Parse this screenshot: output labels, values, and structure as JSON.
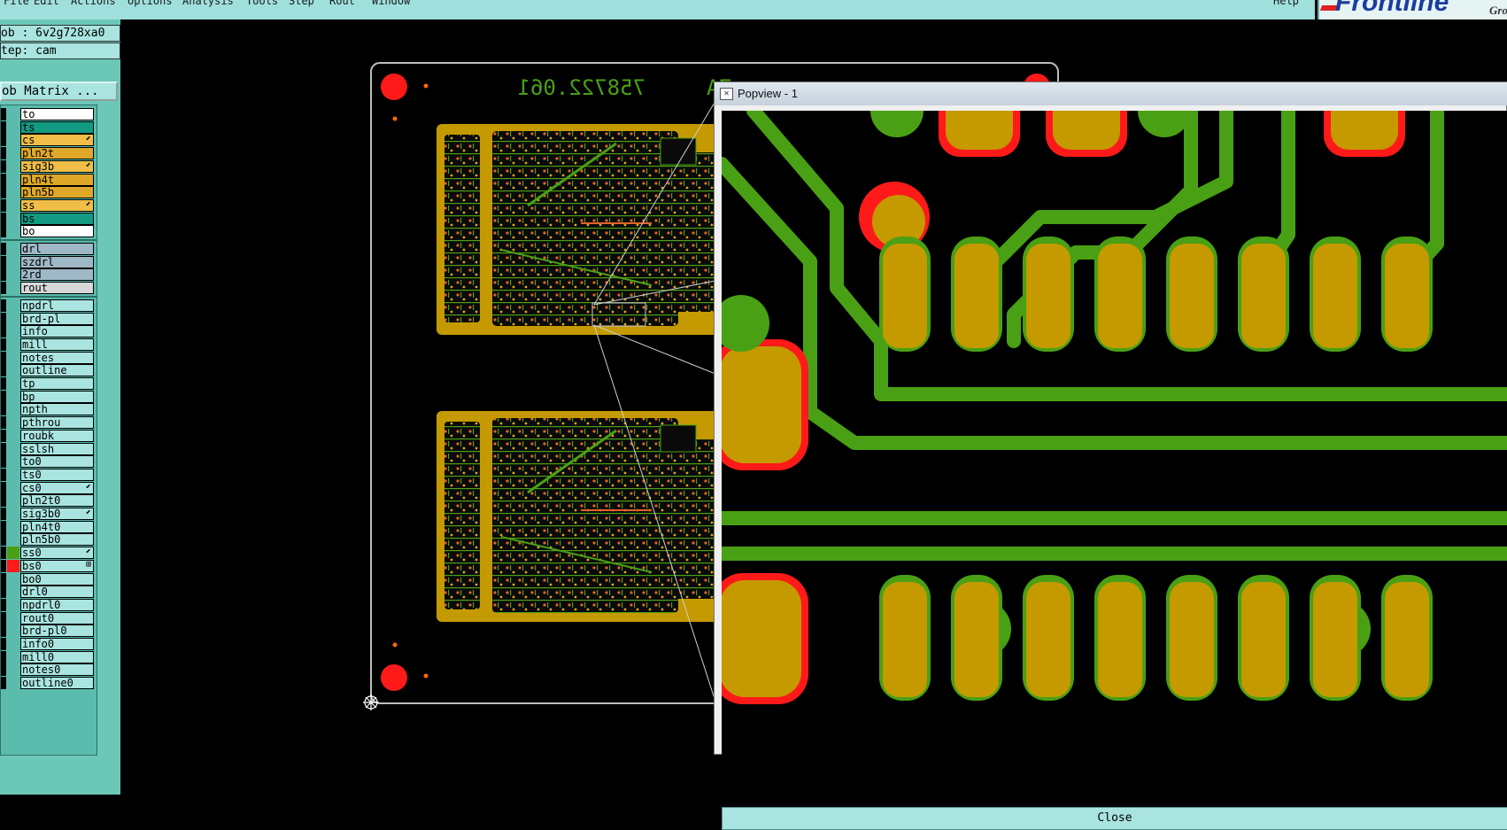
{
  "menubar": {
    "items": [
      "File",
      "Edit",
      "Actions",
      "Options",
      "Analysis",
      "Tools",
      "Step",
      "Rout",
      "Window"
    ],
    "help": "Help"
  },
  "logo": {
    "brand": "Frontline",
    "sub": "Gro"
  },
  "job": {
    "job_line": "ob : 6v2g728xa0",
    "step_line": "tep: cam",
    "matrix_button": "ob Matrix ..."
  },
  "layers": {
    "board": [
      {
        "name": "to",
        "color": "#ffffff"
      },
      {
        "name": "ts",
        "color": "#139a82"
      },
      {
        "name": "cs",
        "color": "#f0be48",
        "mark": "⬋"
      },
      {
        "name": "pln2t",
        "color": "#e0a828"
      },
      {
        "name": "sig3b",
        "color": "#f0be48",
        "mark": "⬋"
      },
      {
        "name": "pln4t",
        "color": "#e0a828"
      },
      {
        "name": "pln5b",
        "color": "#e0a828"
      },
      {
        "name": "ss",
        "color": "#f0be48",
        "mark": "⬋"
      },
      {
        "name": "bs",
        "color": "#139a82"
      },
      {
        "name": "bo",
        "color": "#ffffff"
      }
    ],
    "drill": [
      {
        "name": "drl",
        "color": "#9fb8c6"
      },
      {
        "name": "szdrl",
        "color": "#9fb8c6"
      },
      {
        "name": "2rd",
        "color": "#9fb8c6"
      },
      {
        "name": "rout",
        "color": "#d8d8d8"
      }
    ],
    "misc": [
      {
        "name": "npdrl"
      },
      {
        "name": "brd-pl"
      },
      {
        "name": "info"
      },
      {
        "name": "mill"
      },
      {
        "name": "notes"
      },
      {
        "name": "outline"
      },
      {
        "name": "tp"
      },
      {
        "name": "bp"
      },
      {
        "name": "npth"
      },
      {
        "name": "pthrou"
      },
      {
        "name": "roubk"
      },
      {
        "name": "sslsh"
      },
      {
        "name": "to0"
      },
      {
        "name": "ts0"
      },
      {
        "name": "cs0",
        "mark": "⬋"
      },
      {
        "name": "pln2t0"
      },
      {
        "name": "sig3b0",
        "mark": "⬋"
      },
      {
        "name": "pln4t0"
      },
      {
        "name": "pln5b0"
      },
      {
        "name": "ss0",
        "mark": "⬋",
        "tag": "#4aa014"
      },
      {
        "name": "bs0",
        "mark": "⊞",
        "tag": "#ff1a1a"
      },
      {
        "name": "bo0"
      },
      {
        "name": "drl0"
      },
      {
        "name": "npdrl0"
      },
      {
        "name": "rout0"
      },
      {
        "name": "brd-pl0"
      },
      {
        "name": "info0"
      },
      {
        "name": "mill0"
      },
      {
        "name": "notes0"
      },
      {
        "name": "outline0"
      }
    ]
  },
  "board": {
    "text_a": "758722.061",
    "text_b": "A",
    "text_c": "ZA"
  },
  "popview": {
    "title": "Popview - 1",
    "close_label": "Close"
  },
  "colors": {
    "copper": "#c49a00",
    "trace": "#4aa014",
    "mask": "#ff1a1a",
    "panel": "#a9e4e0"
  }
}
